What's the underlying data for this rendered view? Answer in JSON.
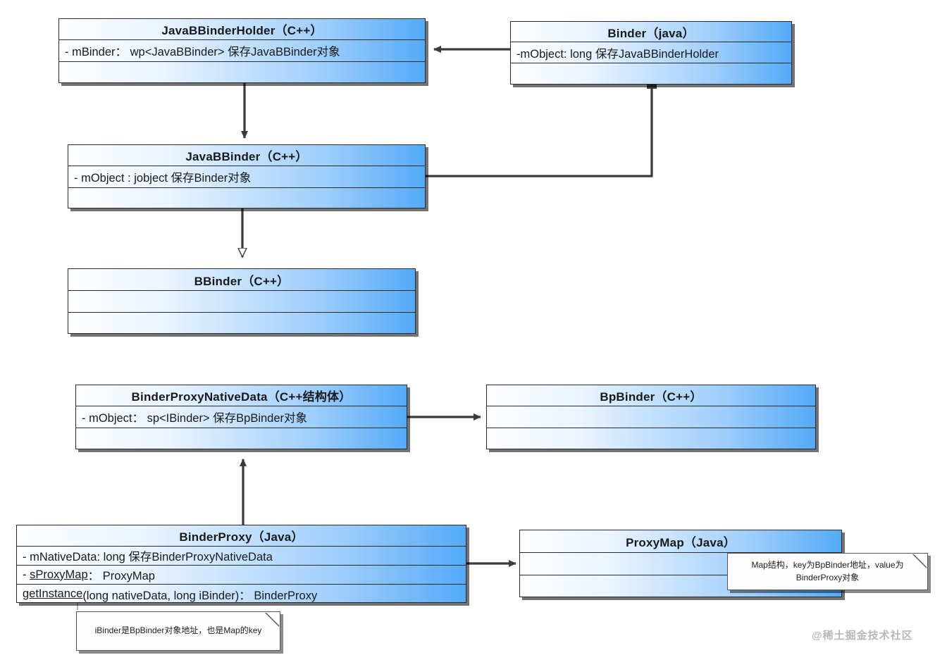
{
  "diagram": {
    "title": "Android Binder UML class diagram",
    "type": "uml-class-diagram",
    "colors": {
      "box_gradient_start": "#fdfeff",
      "box_gradient_end": "#54aaf8",
      "border": "#2b2b2b",
      "connector": "#3a3a3a",
      "note_background": "#fefefe",
      "watermark": "#b8b8b8"
    }
  },
  "classes": [
    {
      "id": "javabbinderholder",
      "title": "JavaBBinderHolder（C++）",
      "rows": [
        "-  mBinder： wp<JavaBBinder>  保存JavaBBinder对象",
        ""
      ]
    },
    {
      "id": "binder-java",
      "title": "Binder（java）",
      "rows": [
        "-mObject: long 保存JavaBBinderHolder",
        ""
      ]
    },
    {
      "id": "javabbinder",
      "title": "JavaBBinder（C++）",
      "rows": [
        "- mObject : jobject  保存Binder对象",
        ""
      ]
    },
    {
      "id": "bbinder",
      "title": "BBinder（C++）",
      "rows": [
        "",
        ""
      ]
    },
    {
      "id": "binderproxynativedata",
      "title": "BinderProxyNativeData（C++结构体）",
      "rows": [
        "- mObject： sp<IBinder> 保存BpBinder对象",
        ""
      ]
    },
    {
      "id": "bpbinder",
      "title": "BpBinder（C++）",
      "rows": [
        "",
        ""
      ]
    },
    {
      "id": "binderproxy",
      "title": "BinderProxy（Java）",
      "rows": [
        "- mNativeData: long 保存BinderProxyNativeData",
        "- sProxyMap： ProxyMap",
        "getInstance(long nativeData, long iBinder)： BinderProxy"
      ],
      "underlined_parts": {
        "sproxymap": "sProxyMap",
        "getinstance": "getInstance"
      }
    },
    {
      "id": "proxymap",
      "title": "ProxyMap（Java）",
      "rows": [
        "",
        ""
      ]
    }
  ],
  "notes": [
    {
      "id": "note-proxymap",
      "line1": "Map结构，key为BpBinder地址，value为",
      "line2": "BinderProxy对象"
    },
    {
      "id": "note-binderproxy",
      "line1": "iBinder是BpBinder对象地址，也是Map的key",
      "line2": ""
    }
  ],
  "watermark": {
    "text": "@稀土掘金技术社区"
  }
}
